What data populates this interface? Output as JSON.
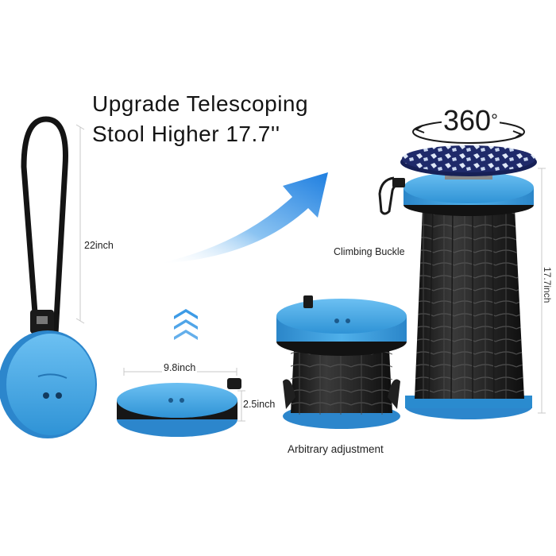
{
  "headline": {
    "line1": "Upgrade Telescoping",
    "line2": "Stool Higher 17.7''"
  },
  "rotation_label": "360",
  "rotation_symbol": "°",
  "dimensions": {
    "strap_height": "22inch",
    "diameter": "9.8inch",
    "folded_height": "2.5inch",
    "extended_height": "17.7inch"
  },
  "captions": {
    "buckle": "Climbing Buckle",
    "adjust": "Arbitrary adjustment"
  },
  "colors": {
    "stool_blue": "#3aa0e0",
    "stool_dark": "#1c1c1c",
    "arrow_blue": "#2e8ae6"
  }
}
